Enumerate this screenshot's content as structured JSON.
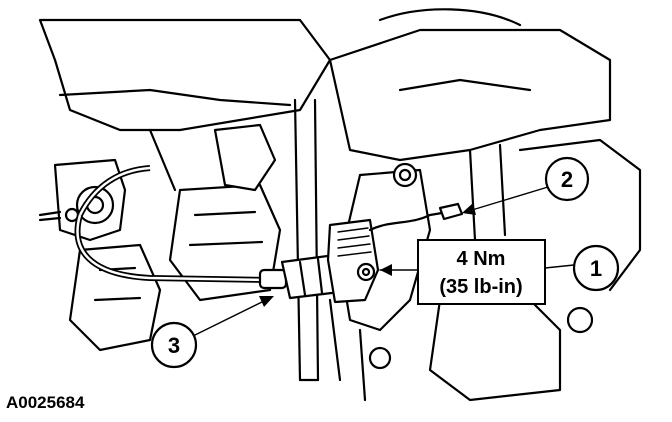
{
  "figure_id": "A0025684",
  "torque_spec": {
    "metric": "4 Nm",
    "imperial": "(35 lb-in)"
  },
  "callouts": [
    {
      "number": "1"
    },
    {
      "number": "2"
    },
    {
      "number": "3"
    }
  ],
  "colors": {
    "line": "#000000",
    "background": "#ffffff"
  }
}
